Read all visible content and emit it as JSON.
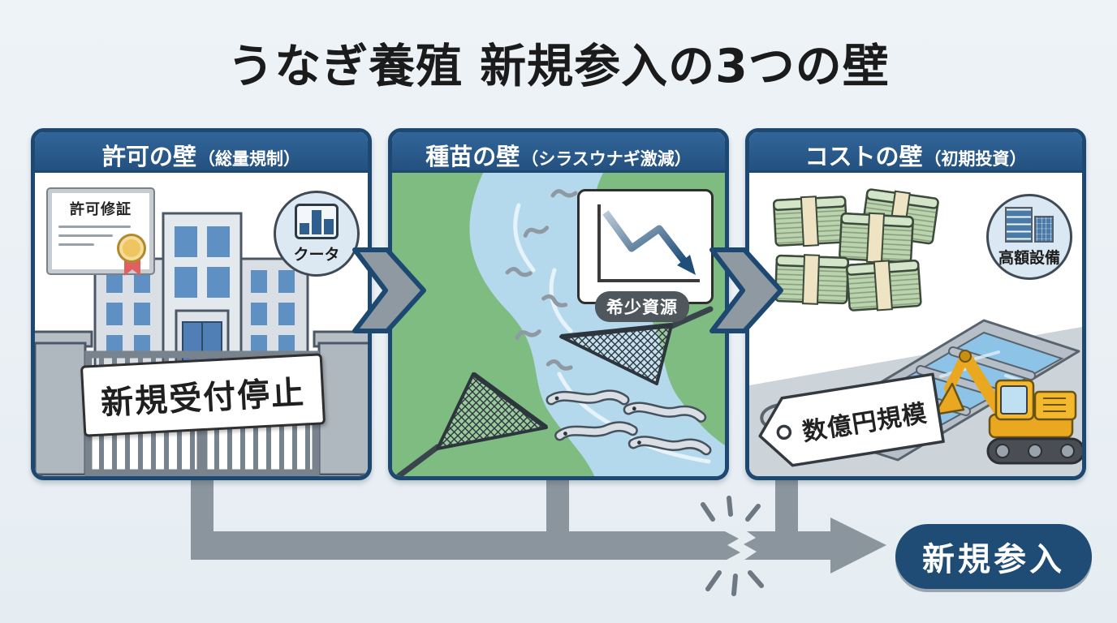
{
  "title": "うなぎ養殖 新規参入の3つの壁",
  "panels": [
    {
      "header_main": "許可の壁",
      "header_sub": "（総量規制）",
      "certificate": {
        "title": "許可修証"
      },
      "quota_badge": {
        "label": "クータ",
        "icon": "bar-chart-icon"
      },
      "gate_sign": "新規受付停止"
    },
    {
      "header_main": "種苗の壁",
      "header_sub": "（シラスウナギ激減）",
      "decline_chart": {
        "badge": "希少資源",
        "icon": "declining-trend-arrow-icon"
      }
    },
    {
      "header_main": "コストの壁",
      "header_sub": "（初期投資）",
      "equipment_badge": {
        "label": "高額設備",
        "icon": "building-icon"
      },
      "price_tag": "数億円規模"
    }
  ],
  "flow": {
    "result": "新規参入"
  },
  "colors": {
    "background": "#e9eef3",
    "panel_border": "#1d4872",
    "header_bg": "#24517f",
    "arrow_gray": "#8b959e",
    "result_pill_bg": "#1f4c74",
    "panel2_bg": "#7fbc81",
    "river": "#b5d9ec",
    "accent_navy": "#1f4e79",
    "money_green": "#bcd3b0",
    "excavator_yellow": "#f2b62c"
  }
}
